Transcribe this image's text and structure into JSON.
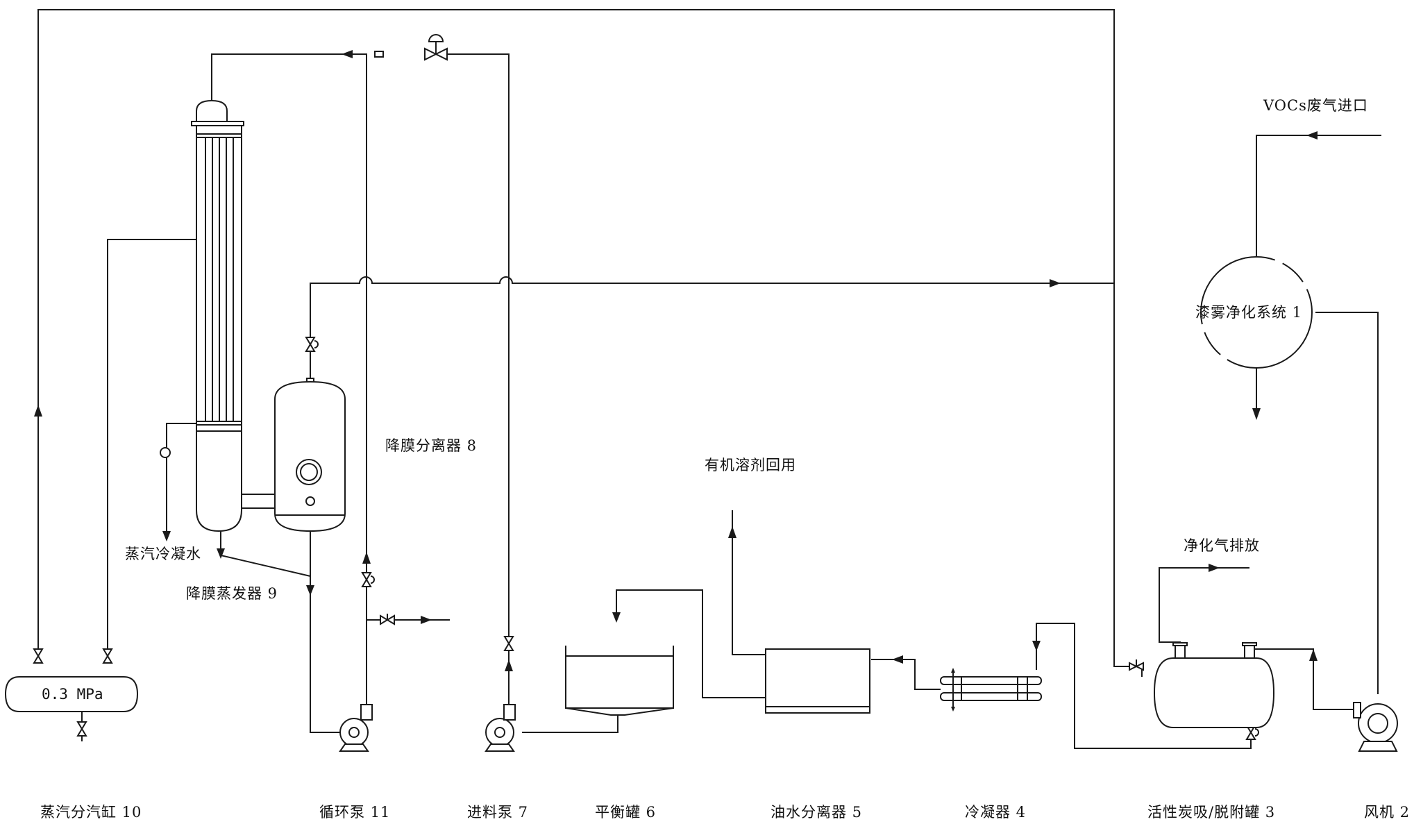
{
  "labels": {
    "vocs_inlet": "VOCs废气进口",
    "paint_mist_system": "漆雾净化系统 1",
    "falling_film_separator": "降膜分离器 8",
    "organic_solvent_reuse": "有机溶剂回用",
    "purified_gas_discharge": "净化气排放",
    "steam_condensate": "蒸汽冷凝水",
    "falling_film_evaporator": "降膜蒸发器 9",
    "steam_header_pressure": "0.3 MPa"
  },
  "bottom_labels": {
    "steam_header": "蒸汽分汽缸 10",
    "circulation_pump": "循环泵 11",
    "feed_pump": "进料泵 7",
    "balance_tank": "平衡罐 6",
    "oil_water_separator": "油水分离器 5",
    "condenser": "冷凝器 4",
    "activated_carbon_tank": "活性炭吸/脱附罐 3",
    "fan": "风机 2"
  },
  "colors": {
    "line": "#1a1a1a",
    "text": "#111111",
    "background": "#ffffff"
  }
}
